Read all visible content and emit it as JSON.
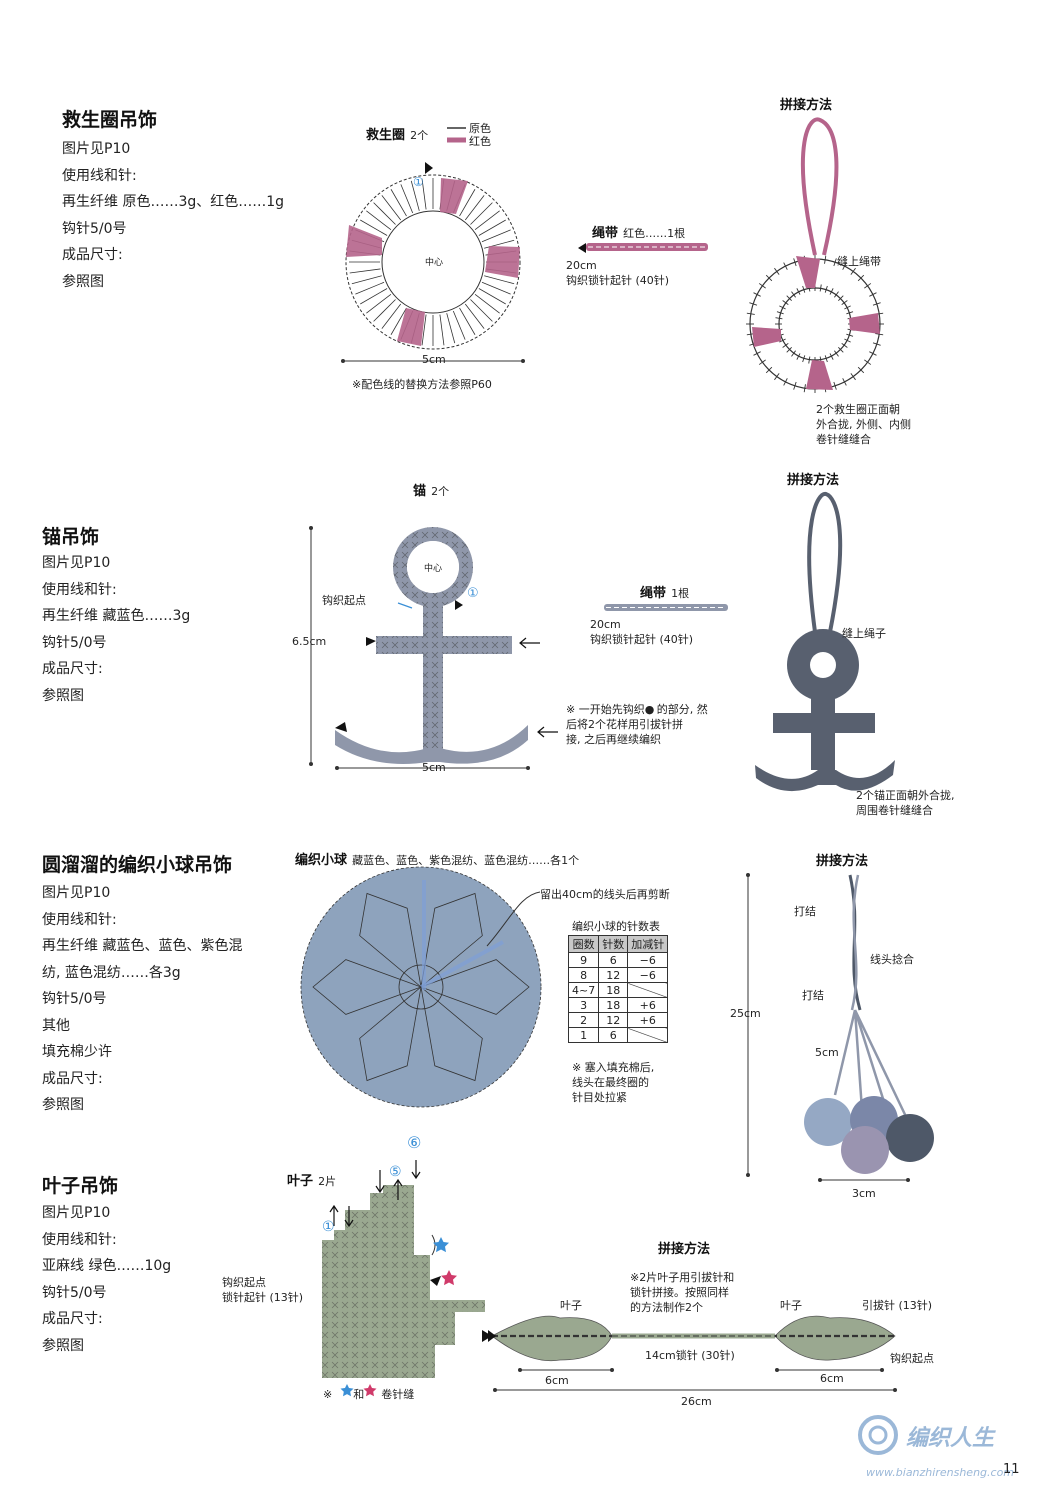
{
  "page_number": "11",
  "watermark": {
    "brand": "编织人生",
    "url": "www.bianzhirensheng.com"
  },
  "lifebuoy": {
    "title": "救生圈吊饰",
    "info": [
      "图片见P10",
      "使用线和针:",
      "再生纤维 原色……3g、红色……1g",
      "钩针5/0号",
      "成品尺寸:",
      "参照图"
    ],
    "chart_title": "救生圈",
    "chart_count": "2个",
    "legend_main": "原色",
    "legend_red": "红色",
    "center": "中心",
    "width": "5cm",
    "note": "※配色线的替换方法参照P60",
    "circled_num": "①",
    "strap_title": "绳带",
    "strap_detail": "红色……1根",
    "strap_len": "20cm",
    "strap_chain": "钩织锁针起针 (40针)",
    "assembly": "拼接方法",
    "sew_strap": "缝上绳带",
    "assembly_note": [
      "2个救生圈正面朝",
      "外合拢, 外侧、内侧",
      "卷针缝缝合"
    ],
    "colors": {
      "red": "#b5648b",
      "ring": "#cccccc"
    }
  },
  "anchor": {
    "title": "锚吊饰",
    "info": [
      "图片见P10",
      "使用线和针:",
      "再生纤维 藏蓝色……3g",
      "钩针5/0号",
      "成品尺寸:",
      "参照图"
    ],
    "chart_title": "锚",
    "chart_count": "2个",
    "center": "中心",
    "start": "钩织起点",
    "circled_num": "①",
    "height": "6.5cm",
    "width": "5cm",
    "note": [
      "※ 一开始先钩织",
      "的部分, 然",
      "后将2个花样用引拔针拼",
      "接, 之后再继续编织"
    ],
    "strap_title": "绳带",
    "strap_count": "1根",
    "strap_len": "20cm",
    "strap_chain": "钩织锁针起针 (40针)",
    "assembly": "拼接方法",
    "sew_strap": "缝上绳子",
    "assembly_note": [
      "2个锚正面朝外合拢,",
      "周围卷针缝缝合"
    ],
    "colors": {
      "fill": "#8f97aa",
      "dark": "#58606f"
    }
  },
  "balls": {
    "title": "圆溜溜的编织小球吊饰",
    "info": [
      "图片见P10",
      "使用线和针:",
      "再生纤维 藏蓝色、蓝色、紫色混",
      "纺, 蓝色混纺……各3g",
      "钩针5/0号",
      "其他",
      "填充棉少许",
      "成品尺寸:",
      "参照图"
    ],
    "chart_title": "编织小球",
    "chart_detail": "藏蓝色、蓝色、紫色混纺、蓝色混纺……各1个",
    "tail_note": "留出40cm的线头后再剪断",
    "table_title": "编织小球的针数表",
    "table_header": [
      "圈数",
      "针数",
      "加减针"
    ],
    "table_rows": [
      [
        "9",
        "6",
        "−6"
      ],
      [
        "8",
        "12",
        "−6"
      ],
      [
        "4~7",
        "18",
        ""
      ],
      [
        "3",
        "18",
        "+6"
      ],
      [
        "2",
        "12",
        "+6"
      ],
      [
        "1",
        "6",
        ""
      ]
    ],
    "stuff_note": [
      "※ 塞入填充棉后,",
      "线头在最终圈的",
      "针目处拉紧"
    ],
    "assembly": "拼接方法",
    "knot": "打结",
    "twist": "线头捻合",
    "total": "25cm",
    "branch": "5cm",
    "diameter": "3cm",
    "colors": {
      "ball": "#8ea3bd",
      "b1": "#95a8c4",
      "b2": "#7b87a8",
      "b3": "#9a94b0",
      "b4": "#4e5868"
    }
  },
  "leaf": {
    "title": "叶子吊饰",
    "info": [
      "图片见P10",
      "使用线和针:",
      "亚麻线 绿色……10g",
      "钩针5/0号",
      "成品尺寸:",
      "参照图"
    ],
    "chart_title": "叶子",
    "chart_count": "2片",
    "start": "钩织起点",
    "chain": "锁针起针 (13针)",
    "rows": [
      "①",
      "⑤",
      "⑥"
    ],
    "note_pre": "※",
    "note_and": "和",
    "note_post": "卷针缝",
    "assembly": "拼接方法",
    "assembly_note": [
      "※2片叶子用引拔针和",
      "锁针拼接。按照同样",
      "的方法制作2个"
    ],
    "leaf_label": "叶子",
    "slip": "引拔针 (13针)",
    "start2": "钩织起点",
    "chain_mid": "14cm锁针 (30针)",
    "leaf_w": "6cm",
    "total": "26cm",
    "colors": {
      "leaf": "#9aa890",
      "star_blue": "#3a8fd6",
      "star_red": "#d03a6a"
    }
  }
}
